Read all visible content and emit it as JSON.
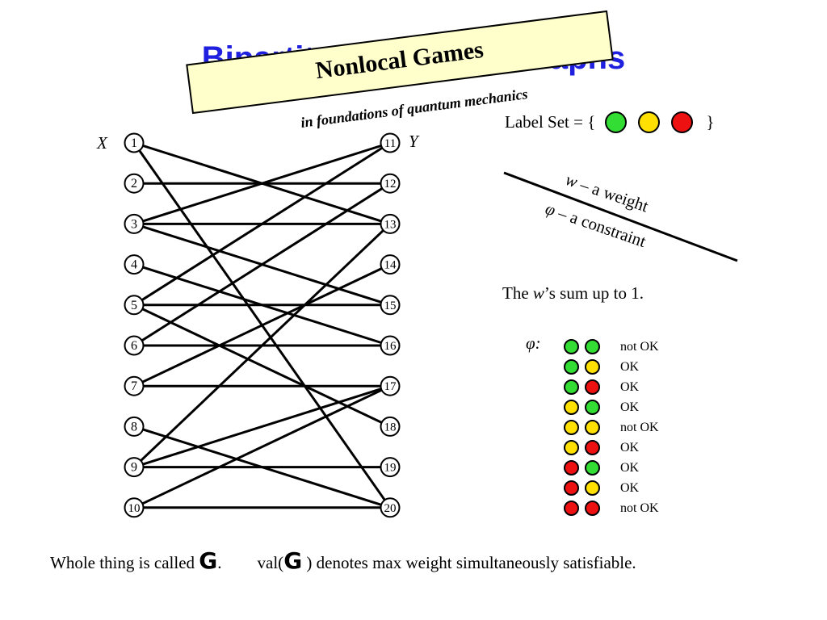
{
  "slide": {
    "title": "Bipartite Constraint Graphs",
    "banner": "Nonlocal Games",
    "subtitle": "in foundations of quantum mechanics"
  },
  "graph": {
    "left_set_label": "X",
    "right_set_label": "Y",
    "left_nodes": [
      "1",
      "2",
      "3",
      "4",
      "5",
      "6",
      "7",
      "8",
      "9",
      "10"
    ],
    "right_nodes": [
      "11",
      "12",
      "13",
      "14",
      "15",
      "16",
      "17",
      "18",
      "19",
      "20"
    ],
    "edges": [
      [
        "1",
        "13"
      ],
      [
        "1",
        "20"
      ],
      [
        "2",
        "12"
      ],
      [
        "3",
        "11"
      ],
      [
        "3",
        "13"
      ],
      [
        "3",
        "15"
      ],
      [
        "4",
        "16"
      ],
      [
        "5",
        "11"
      ],
      [
        "5",
        "15"
      ],
      [
        "5",
        "18"
      ],
      [
        "6",
        "12"
      ],
      [
        "6",
        "16"
      ],
      [
        "7",
        "14"
      ],
      [
        "7",
        "17"
      ],
      [
        "8",
        "20"
      ],
      [
        "9",
        "13"
      ],
      [
        "9",
        "17"
      ],
      [
        "9",
        "19"
      ],
      [
        "10",
        "17"
      ],
      [
        "10",
        "20"
      ]
    ]
  },
  "labels": {
    "prefix": "Label Set = {",
    "suffix": "}",
    "colors": [
      "#33dd33",
      "#ffe000",
      "#ee1111"
    ]
  },
  "legend": {
    "w_symbol": "w",
    "w_text": " – a weight",
    "phi_symbol": "φ",
    "phi_text": " – a constraint"
  },
  "sum_note": {
    "pre": "The ",
    "var": "w",
    "post": "’s sum up to 1."
  },
  "constraint_table": {
    "label": "φ:",
    "rows": [
      {
        "a": "#33dd33",
        "b": "#33dd33",
        "result": "not OK"
      },
      {
        "a": "#33dd33",
        "b": "#ffe000",
        "result": "OK"
      },
      {
        "a": "#33dd33",
        "b": "#ee1111",
        "result": "OK"
      },
      {
        "a": "#ffe000",
        "b": "#33dd33",
        "result": "OK"
      },
      {
        "a": "#ffe000",
        "b": "#ffe000",
        "result": "not OK"
      },
      {
        "a": "#ffe000",
        "b": "#ee1111",
        "result": "OK"
      },
      {
        "a": "#ee1111",
        "b": "#33dd33",
        "result": "OK"
      },
      {
        "a": "#ee1111",
        "b": "#ffe000",
        "result": "OK"
      },
      {
        "a": "#ee1111",
        "b": "#ee1111",
        "result": "not OK"
      }
    ]
  },
  "bottom": {
    "part1": "Whole thing is called ",
    "g_symbol": "G",
    "part2": ".",
    "part3": "val(",
    "part4": " ) denotes max weight simultaneously satisfiable."
  }
}
